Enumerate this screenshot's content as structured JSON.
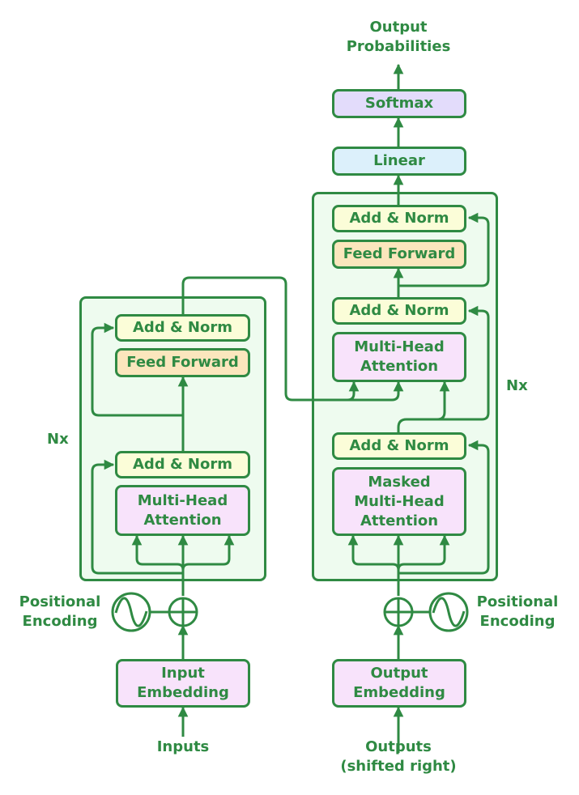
{
  "title": {
    "line1": "Output",
    "line2": "Probabilities"
  },
  "decoder_top": {
    "softmax": "Softmax",
    "linear": "Linear"
  },
  "encoder": {
    "add_norm_top": "Add & Norm",
    "feed_forward": "Feed Forward",
    "add_norm_bottom": "Add & Norm",
    "attention": {
      "line1": "Multi-Head",
      "line2": "Attention"
    },
    "repeat_label": "Nx",
    "positional": {
      "line1": "Positional",
      "line2": "Encoding"
    },
    "embedding": {
      "line1": "Input",
      "line2": "Embedding"
    },
    "input_label": "Inputs"
  },
  "decoder": {
    "add_norm_top": "Add & Norm",
    "feed_forward": "Feed Forward",
    "add_norm_mid": "Add & Norm",
    "cross_attention": {
      "line1": "Multi-Head",
      "line2": "Attention"
    },
    "add_norm_bottom": "Add & Norm",
    "masked_attention": {
      "line1": "Masked",
      "line2": "Multi-Head",
      "line3": "Attention"
    },
    "repeat_label": "Nx",
    "positional": {
      "line1": "Positional",
      "line2": "Encoding"
    },
    "embedding": {
      "line1": "Output",
      "line2": "Embedding"
    },
    "input_label": {
      "line1": "Outputs",
      "line2": "(shifted right)"
    }
  },
  "colors": {
    "stroke": "#2f8a43",
    "stack_fill": "#eefbef",
    "add_norm": "#fbfdd8",
    "feed_forward": "#fbe6bd",
    "attention": "#f8e3fb",
    "linear": "#dcf0fb",
    "softmax": "#e3dcfb"
  }
}
